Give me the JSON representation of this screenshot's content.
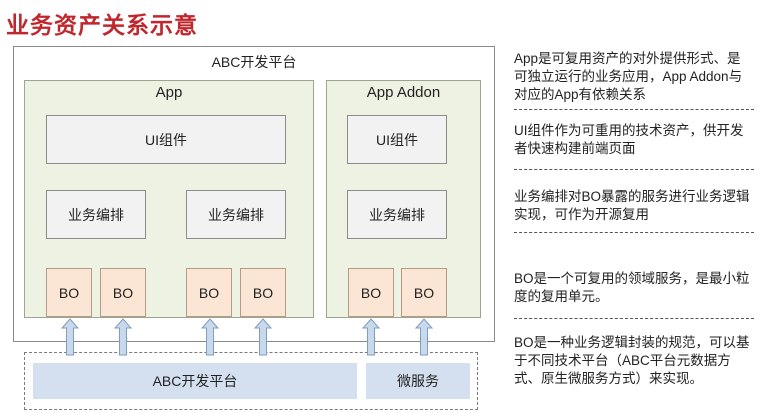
{
  "title": "业务资产关系示意",
  "platform": {
    "title": "ABC开发平台"
  },
  "app": {
    "title": "App",
    "ui_component": "UI组件",
    "orchestration_left": "业务编排",
    "orchestration_right": "业务编排",
    "bo": [
      "BO",
      "BO",
      "BO",
      "BO"
    ]
  },
  "addon": {
    "title": "App Addon",
    "ui_component": "UI组件",
    "orchestration": "业务编排",
    "bo": [
      "BO",
      "BO"
    ]
  },
  "bottom": {
    "platform": "ABC开发平台",
    "microservice": "微服务"
  },
  "notes": [
    "App是可复用资产的对外提供形式、是可独立运行的业务应用，App Addon与对应的App有依赖关系",
    "UI组件作为可重用的技术资产，供开发者快速构建前端页面",
    "业务编排对BO暴露的服务进行业务逻辑实现，可作为开源复用",
    "BO是一个可复用的领域服务，是最小粒度的复用单元。",
    "BO是一种业务逻辑封装的规范，可以基于不同技术平台（ABC平台元数据方式、原生微服务方式）来实现。"
  ],
  "colors": {
    "title": "#c0272d",
    "app_panel": "#edf2e3",
    "bo_fill": "#fbe5d5",
    "bottom_bar": "#d4e0ef",
    "arrow": "#c9d9ec"
  }
}
